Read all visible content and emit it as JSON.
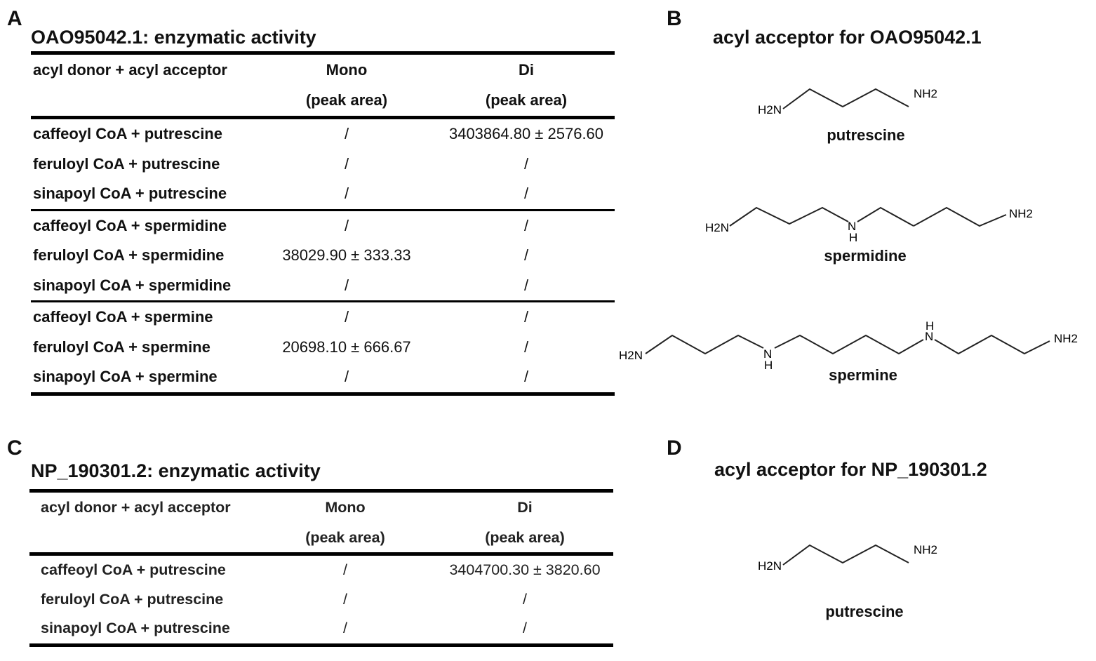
{
  "panels": {
    "A": {
      "letter": "A",
      "title": "OAO95042.1: enzymatic activity",
      "header": {
        "col1": "acyl donor + acyl acceptor",
        "col2_line1": "Mono",
        "col2_line2": "(peak area)",
        "col3_line1": "Di",
        "col3_line2": "(peak area)"
      },
      "rows": [
        {
          "donor_acceptor": "caffeoyl CoA + putrescine",
          "mono": "/",
          "di": "3403864.80 ± 2576.60"
        },
        {
          "donor_acceptor": "feruloyl CoA + putrescine",
          "mono": "/",
          "di": "/"
        },
        {
          "donor_acceptor": "sinapoyl CoA + putrescine",
          "mono": "/",
          "di": "/"
        },
        {
          "donor_acceptor": "caffeoyl CoA + spermidine",
          "mono": "/",
          "di": "/"
        },
        {
          "donor_acceptor": "feruloyl CoA + spermidine",
          "mono": "38029.90 ± 333.33",
          "di": "/"
        },
        {
          "donor_acceptor": "sinapoyl CoA + spermidine",
          "mono": "/",
          "di": "/"
        },
        {
          "donor_acceptor": "caffeoyl CoA + spermine",
          "mono": "/",
          "di": "/"
        },
        {
          "donor_acceptor": "feruloyl CoA + spermine",
          "mono": "20698.10 ± 666.67",
          "di": "/"
        },
        {
          "donor_acceptor": "sinapoyl CoA + spermine",
          "mono": "/",
          "di": "/"
        }
      ]
    },
    "B": {
      "letter": "B",
      "title": "acyl acceptor for OAO95042.1",
      "molecules": [
        {
          "name": "putrescine",
          "left_label": "H2N",
          "right_label": "NH2"
        },
        {
          "name": "spermidine",
          "left_label": "H2N",
          "right_label": "NH2",
          "n_label": "N",
          "h_label": "H"
        },
        {
          "name": "spermine",
          "left_label": "H2N",
          "right_label": "NH2",
          "n_label": "N",
          "h_label": "H"
        }
      ]
    },
    "C": {
      "letter": "C",
      "title": "NP_190301.2: enzymatic activity",
      "header": {
        "col1": "acyl donor + acyl acceptor",
        "col2_line1": "Mono",
        "col2_line2": "(peak area)",
        "col3_line1": "Di",
        "col3_line2": "(peak area)"
      },
      "rows": [
        {
          "donor_acceptor": "caffeoyl CoA + putrescine",
          "mono": "/",
          "di": "3404700.30 ± 3820.60"
        },
        {
          "donor_acceptor": "feruloyl CoA + putrescine",
          "mono": "/",
          "di": "/"
        },
        {
          "donor_acceptor": "sinapoyl CoA + putrescine",
          "mono": "/",
          "di": "/"
        }
      ]
    },
    "D": {
      "letter": "D",
      "title": "acyl acceptor for NP_190301.2",
      "molecules": [
        {
          "name": "putrescine",
          "left_label": "H2N",
          "right_label": "NH2"
        }
      ]
    }
  }
}
